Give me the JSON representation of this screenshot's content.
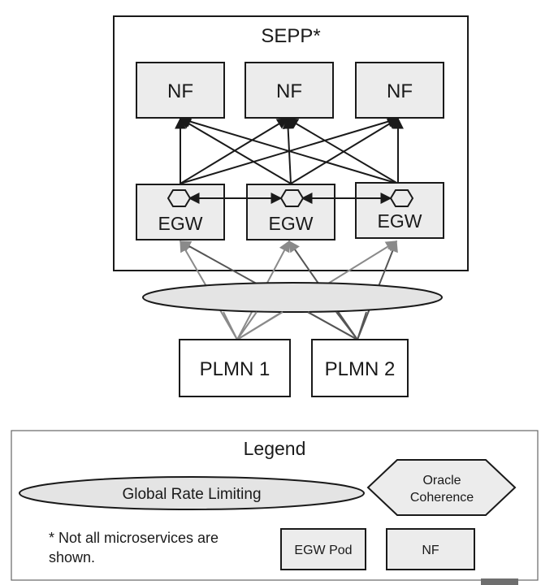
{
  "diagram": {
    "sepp": {
      "title": "SEPP*"
    },
    "nf_boxes": [
      "NF",
      "NF",
      "NF"
    ],
    "egw_boxes": [
      "EGW",
      "EGW",
      "EGW"
    ],
    "plmn_boxes": [
      "PLMN 1",
      "PLMN 2"
    ]
  },
  "legend": {
    "title": "Legend",
    "rate_limit_label": "Global Rate Limiting",
    "coherence_line1": "Oracle",
    "coherence_line2": "Coherence",
    "note_line1": "* Not all microservices are",
    "note_line2": "shown.",
    "egw_pod_label": "EGW Pod",
    "nf_label": "NF"
  },
  "colors": {
    "box_fill": "#ececec",
    "stroke": "#1a1a1a",
    "ellipse_fill": "#e4e4e4",
    "gray_line": "#8a8a8a",
    "dark_line": "#333333"
  }
}
